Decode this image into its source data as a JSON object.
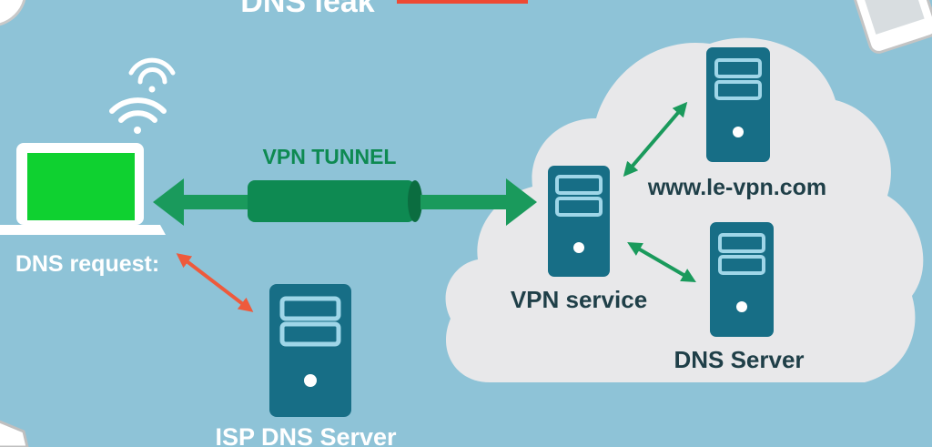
{
  "colors": {
    "background": "#8ec3d7",
    "cloud": "#e8e8ea",
    "server": "#176e86",
    "server_slot": "#9fd6e8",
    "laptop_screen": "#0fd130",
    "laptop_frame": "#ffffff",
    "tunnel": "#0e8a52",
    "arrow_green": "#1a9a5c",
    "arrow_red": "#ee5a3c",
    "label_white": "#ffffff",
    "label_dark": "#1f3f48",
    "label_tunnel": "#0e8a52"
  },
  "header": {
    "title": "DNS leak"
  },
  "labels": {
    "vpn_tunnel": "VPN TUNNEL",
    "dns_request": "DNS request:",
    "isp_dns_server": "ISP DNS Server",
    "vpn_service": "VPN service",
    "website": "www.le-vpn.com",
    "dns_server": "DNS Server"
  },
  "icons": {
    "laptop": "laptop-icon",
    "wifi": "wifi-icon",
    "server": "server-icon",
    "phone": "smartphone-icon"
  }
}
